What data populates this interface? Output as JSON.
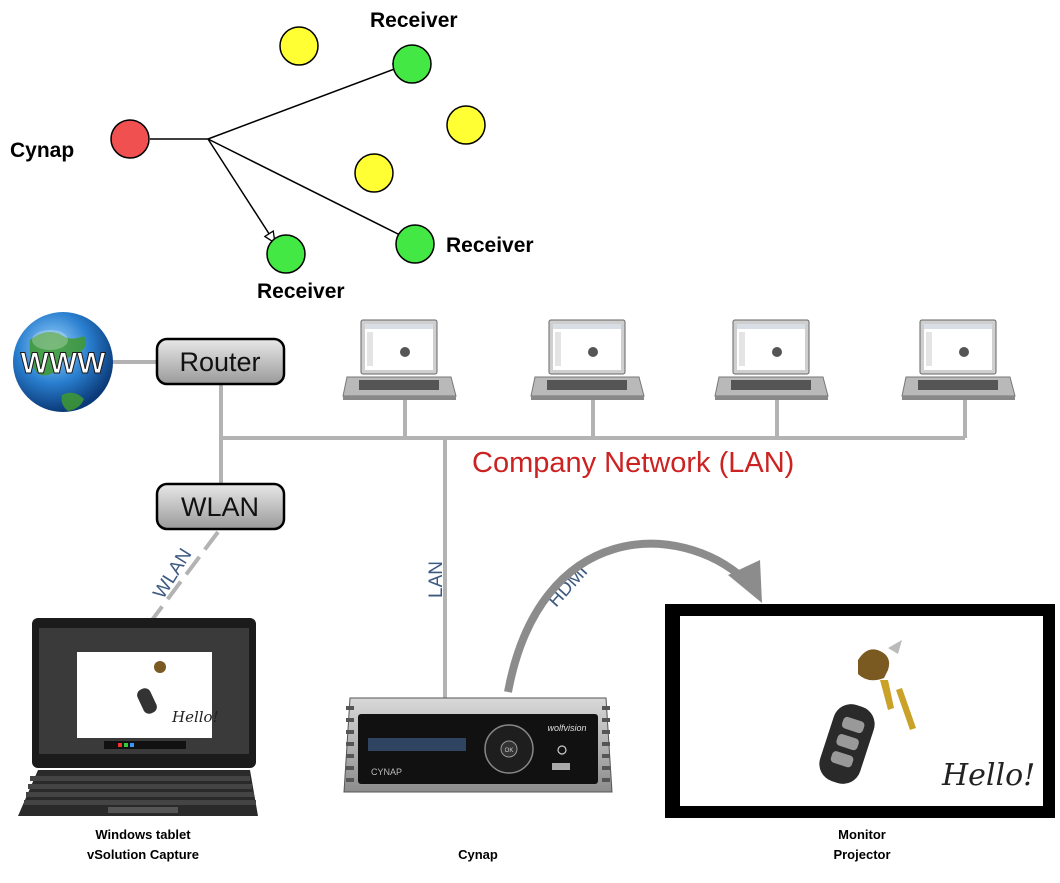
{
  "topology": {
    "source_label": "Cynap",
    "receivers": [
      "Receiver",
      "Receiver",
      "Receiver"
    ],
    "colors": {
      "source": "#f05050",
      "receiver": "#44e844",
      "idle": "#ffff33"
    }
  },
  "network": {
    "internet_label": "WWW",
    "router_label": "Router",
    "wlan_label": "WLAN",
    "lan_caption": "Company Network (LAN)",
    "lan_caption_color": "#cc2222",
    "link_wlan": "WLAN",
    "link_lan": "LAN",
    "link_hdmi": "HDMI"
  },
  "devices": {
    "tablet": [
      "Windows tablet",
      "vSolution Capture"
    ],
    "cynap": "Cynap",
    "cynap_screen": "CYNAP",
    "cynap_brand": "wolfvision",
    "ok": "OK",
    "display": [
      "Monitor",
      "Projector"
    ],
    "hello": "Hello!"
  }
}
